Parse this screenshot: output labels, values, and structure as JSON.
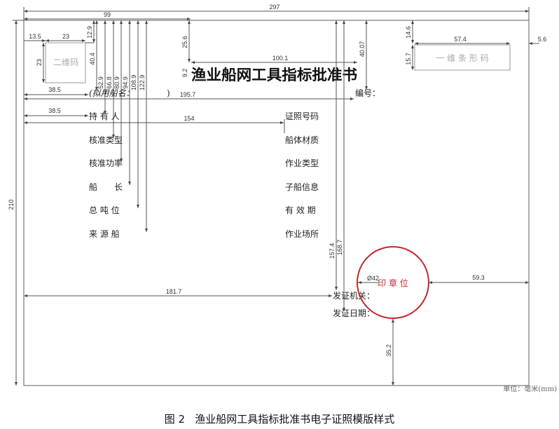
{
  "figure": {
    "caption": "图 2   渔业船网工具指标批准书电子证照模版样式",
    "unit_note": "单位：毫米(mm)"
  },
  "certificate": {
    "title": "渔业船网工具指标批准书",
    "qr_placeholder": "二维码",
    "barcode_placeholder": "一 维 条 形 码",
    "ship_name_label": "(拟用船名：",
    "ship_name_close": ")",
    "serial_label": "编号：",
    "left_fields": [
      "持 有 人",
      "核准类型",
      "核准功率",
      "船　　长",
      "总 吨 位",
      "来 源 船"
    ],
    "right_fields": [
      "证照号码",
      "船体材质",
      "作业类型",
      "子船信息",
      "有 效 期",
      "作业场所"
    ],
    "issuer_label": "发证机关：",
    "issue_date_label": "发证日期：",
    "seal_label": "印 章 位",
    "seal_color": "#c0282d"
  },
  "dimensions": {
    "page_width": "297",
    "page_height": "210",
    "left_block": "99",
    "qr_left": "13.5",
    "qr_width": "23",
    "qr_height": "23",
    "qr_top": "12.9",
    "ship_name_top": "40.4",
    "field_tops": [
      "52.9",
      "66.8",
      "80.9",
      "94.9",
      "108.9",
      "122.9"
    ],
    "ship_name_left": "38.5",
    "holder_left": "38.5",
    "serial_left": "195.7",
    "right_col_left": "154",
    "title_top": "25.6",
    "title_height": "9.2",
    "title_width": "100.1",
    "serial_top": "40.07",
    "issuer_top": "157.4",
    "date_top": "168.7",
    "issuer_left": "181.7",
    "barcode_top": "14.6",
    "barcode_height": "15.7",
    "barcode_width": "57.4",
    "barcode_right": "5.6",
    "seal_diameter": "Ø42",
    "seal_right": "59.3",
    "seal_bottom": "35.2"
  }
}
